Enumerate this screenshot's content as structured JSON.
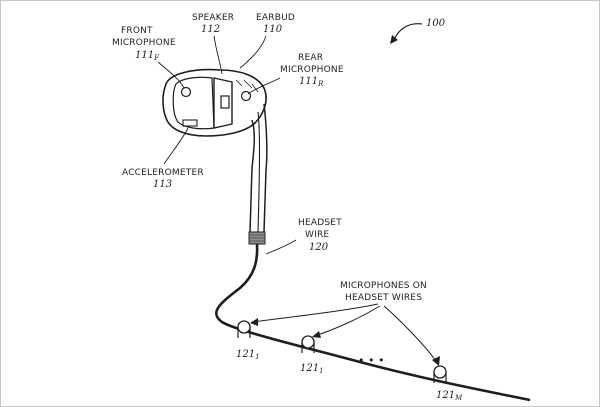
{
  "figure": {
    "number": "100",
    "labels": {
      "front_microphone": {
        "line1": "FRONT",
        "line2": "MICROPHONE",
        "ref_main": "111",
        "ref_sub": "F"
      },
      "speaker": {
        "line1": "SPEAKER",
        "ref": "112"
      },
      "earbud": {
        "line1": "EARBUD",
        "ref": "110"
      },
      "rear_microphone": {
        "line1": "REAR",
        "line2": "MICROPHONE",
        "ref_main": "111",
        "ref_sub": "R"
      },
      "accelerometer": {
        "line1": "ACCELEROMETER",
        "ref": "113"
      },
      "headset_wire": {
        "line1": "HEADSET",
        "line2": "WIRE",
        "ref": "120"
      },
      "wire_microphones": {
        "line1": "MICROPHONES ON",
        "line2": "HEADSET WIRES"
      },
      "mic_1": {
        "ref_main": "121",
        "ref_sub": "1"
      },
      "mic_2": {
        "ref_main": "121",
        "ref_sub": "1"
      },
      "mic_m": {
        "ref_main": "121",
        "ref_sub": "M"
      },
      "ellipsis": "• • •"
    }
  }
}
